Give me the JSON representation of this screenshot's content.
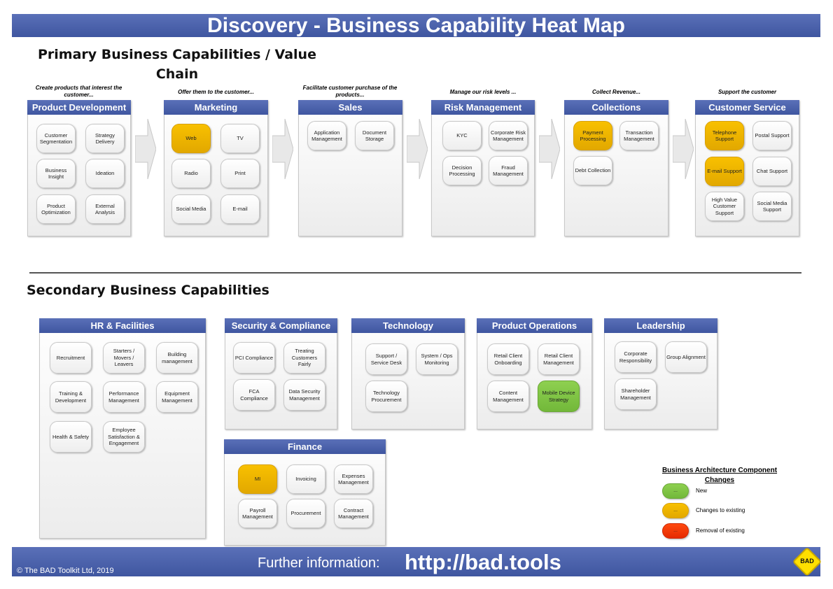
{
  "title": "Discovery - Business Capability Heat Map",
  "primary_heading": "Primary Business Capabilities / Value Chain",
  "secondary_heading": "Secondary Business Capabilities",
  "colors": {
    "header": "#4a5fa8",
    "changed": "#f0b400",
    "new": "#7dc242",
    "removed": "#f03000"
  },
  "primary": [
    {
      "caption": "Create products that interest the customer...",
      "title": "Product Development",
      "pills": [
        {
          "label": "Customer Segmentation"
        },
        {
          "label": "Strategy Delivery"
        },
        {
          "label": "Business Insight"
        },
        {
          "label": "Ideation"
        },
        {
          "label": "Product Optimization"
        },
        {
          "label": "External Analysis"
        }
      ]
    },
    {
      "caption": "Offer them to the customer...",
      "title": "Marketing",
      "pills": [
        {
          "label": "Web",
          "status": "changed"
        },
        {
          "label": "TV"
        },
        {
          "label": "Radio"
        },
        {
          "label": "Print"
        },
        {
          "label": "Social Media"
        },
        {
          "label": "E-mail"
        }
      ]
    },
    {
      "caption": "Facilitate customer purchase of the products...",
      "title": "Sales",
      "pills": [
        {
          "label": "Application Management"
        },
        {
          "label": "Document Storage"
        }
      ]
    },
    {
      "caption": "Manage our risk levels ...",
      "title": "Risk Management",
      "pills": [
        {
          "label": "KYC"
        },
        {
          "label": "Corporate Risk Management"
        },
        {
          "label": "Decision Processing"
        },
        {
          "label": "Fraud Management"
        }
      ]
    },
    {
      "caption": "Collect Revenue...",
      "title": "Collections",
      "pills": [
        {
          "label": "Payment Processing",
          "status": "changed"
        },
        {
          "label": "Transaction Management"
        },
        {
          "label": "Debt Collection"
        }
      ]
    },
    {
      "caption": "Support the customer",
      "title": "Customer Service",
      "pills": [
        {
          "label": "Telephone Support",
          "status": "changed"
        },
        {
          "label": "Postal Support"
        },
        {
          "label": "E-mail Support",
          "status": "changed"
        },
        {
          "label": "Chat Support"
        },
        {
          "label": "High Value Customer Support"
        },
        {
          "label": "Social Media Support"
        }
      ]
    }
  ],
  "secondary": [
    {
      "title": "HR & Facilities",
      "pills": [
        {
          "label": "Recruitment"
        },
        {
          "label": "Starters / Movers / Leavers"
        },
        {
          "label": "Building management"
        },
        {
          "label": "Training & Development"
        },
        {
          "label": "Performance Management"
        },
        {
          "label": "Equipment Management"
        },
        {
          "label": "Health & Safety"
        },
        {
          "label": "Employee Satisfaction & Engagement"
        }
      ]
    },
    {
      "title": "Security & Compliance",
      "pills": [
        {
          "label": "PCI Compliance"
        },
        {
          "label": "Treating Customers Fairly"
        },
        {
          "label": "FCA Compliance"
        },
        {
          "label": "Data Security Management"
        }
      ]
    },
    {
      "title": "Technology",
      "pills": [
        {
          "label": "Support / Service Desk"
        },
        {
          "label": "System / Ops Monitoring"
        },
        {
          "label": "Technology Procurement"
        }
      ]
    },
    {
      "title": "Product Operations",
      "pills": [
        {
          "label": "Retail Client Onboarding"
        },
        {
          "label": "Retail Client Management"
        },
        {
          "label": "Content Management"
        },
        {
          "label": "Mobile Device Strategy",
          "status": "new"
        }
      ]
    },
    {
      "title": "Leadership",
      "pills": [
        {
          "label": "Corporate Responsibility"
        },
        {
          "label": "Group Alignment"
        },
        {
          "label": "Shareholder Management"
        }
      ]
    },
    {
      "title": "Finance",
      "pills": [
        {
          "label": "MI",
          "status": "changed"
        },
        {
          "label": "Invoicing"
        },
        {
          "label": "Expenses Management"
        },
        {
          "label": "Payroll Management"
        },
        {
          "label": "Procurement"
        },
        {
          "label": "Contract Management"
        }
      ]
    }
  ],
  "legend": {
    "title": "Business Architecture Component Changes",
    "items": [
      {
        "pill": "...",
        "label": "New",
        "status": "new"
      },
      {
        "pill": "...",
        "label": "Changes to existing",
        "status": "changed"
      },
      {
        "pill": "...",
        "label": "Removal of existing",
        "status": "removed"
      }
    ]
  },
  "footer": {
    "copyright": "© The BAD Toolkit Ltd, 2019",
    "info_label": "Further information:",
    "link": "http://bad.tools",
    "logo_text": "BAD"
  }
}
